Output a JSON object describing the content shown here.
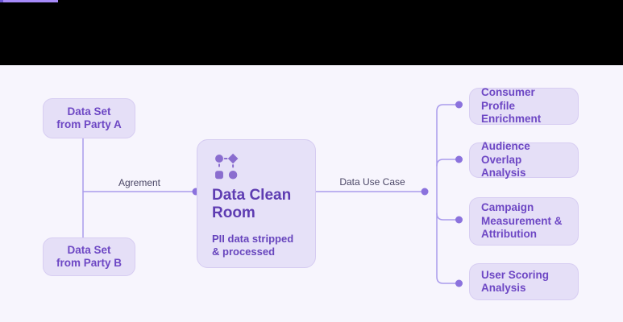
{
  "theme": {
    "--bg": "#f7f5fd",
    "--header-bg": "#000000",
    "--accent": "#a78bfa",
    "--accent-tip": "#6c56d6",
    "--box-fill": "#e5dff7",
    "--box-border": "#d7cdf2",
    "--box-text": "#6d47c4",
    "--dcr-fill": "#e6e1f8",
    "--dcr-border": "#d5cbf1",
    "--title-text": "#5e3cb2",
    "--sub-text": "#6745bd",
    "--line": "#aa9bec",
    "--dot": "#8b72dd",
    "--label-text": "#4b4766",
    "--icon": "#8a6dcf"
  },
  "diagram": {
    "party_a": {
      "label": "Data Set\nfrom Party A"
    },
    "party_b": {
      "label": "Data Set\nfrom Party B"
    },
    "agreement_label": "Agrement",
    "use_case_label": "Data Use Case",
    "clean_room": {
      "title": "Data Clean Room",
      "subtitle": "PII data stripped & processed",
      "icon": "workflow-icon"
    },
    "use_cases": [
      {
        "label": "Consumer Profile Enrichment"
      },
      {
        "label": "Audience Overlap Analysis"
      },
      {
        "label": "Campaign Measurement & Attribution"
      },
      {
        "label": "User Scoring Analysis"
      }
    ]
  }
}
